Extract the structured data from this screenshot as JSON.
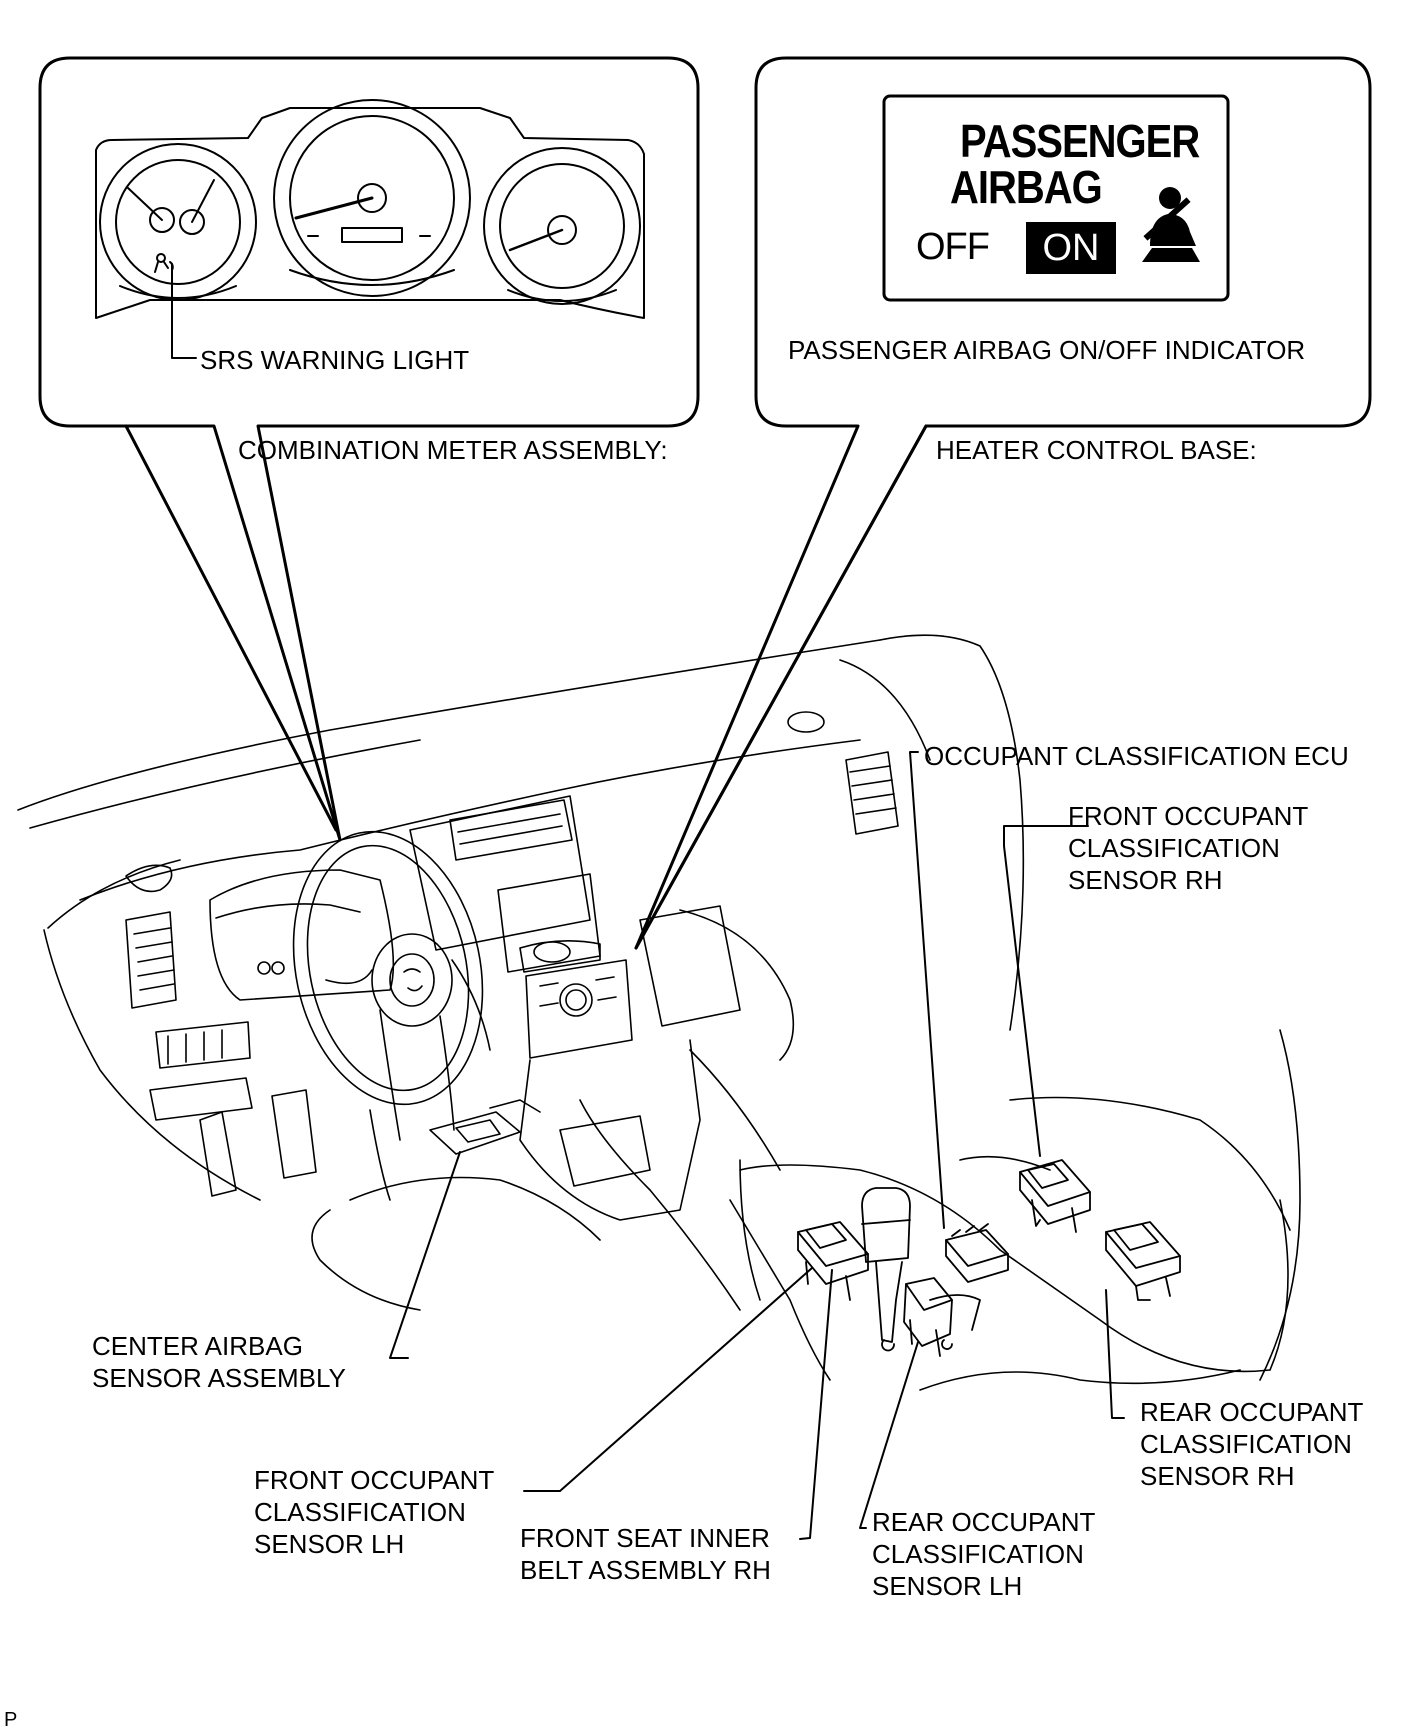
{
  "callouts": {
    "meter_panel": {
      "label": "SRS WARNING LIGHT"
    },
    "indicator_panel": {
      "line1": "PASSENGER",
      "line2": "AIRBAG",
      "off": "OFF",
      "on": "ON",
      "caption": "PASSENGER AIRBAG ON/OFF INDICATOR"
    }
  },
  "labels": {
    "combination_meter": "COMBINATION METER ASSEMBLY:",
    "heater_control": "HEATER CONTROL BASE:",
    "occupant_ecu": "OCCUPANT CLASSIFICATION ECU",
    "front_rh": [
      "FRONT OCCUPANT",
      "CLASSIFICATION",
      "SENSOR RH"
    ],
    "center_airbag": [
      "CENTER AIRBAG",
      "SENSOR ASSEMBLY"
    ],
    "rear_rh": [
      "REAR OCCUPANT",
      "CLASSIFICATION",
      "SENSOR RH"
    ],
    "front_lh": [
      "FRONT OCCUPANT",
      "CLASSIFICATION",
      "SENSOR LH"
    ],
    "inner_belt": [
      "FRONT SEAT INNER",
      "BELT ASSEMBLY RH"
    ],
    "rear_lh": [
      "REAR OCCUPANT",
      "CLASSIFICATION",
      "SENSOR LH"
    ]
  },
  "footer": "P",
  "icons": [
    "airbag-warning-icon",
    "seatbelt-icon"
  ]
}
